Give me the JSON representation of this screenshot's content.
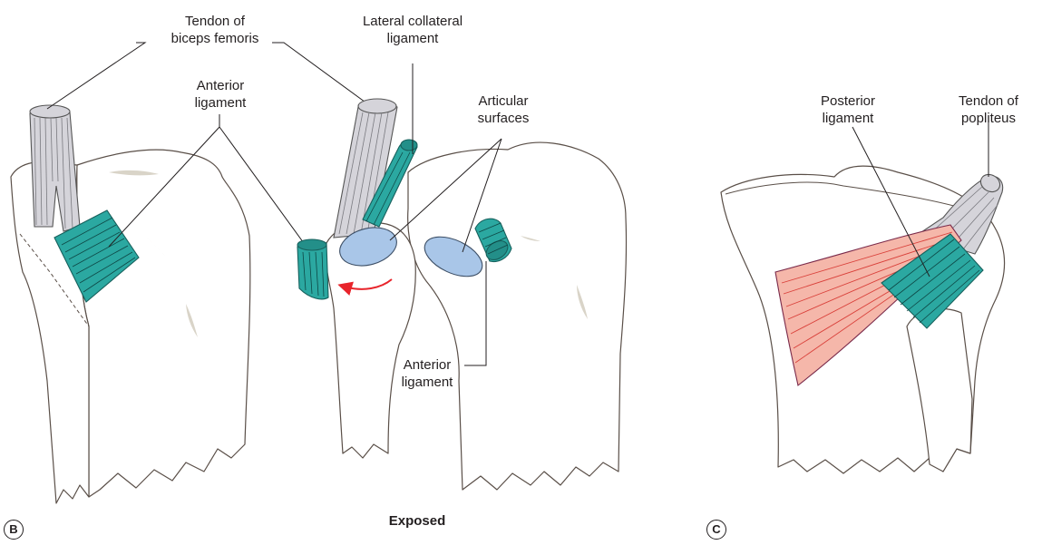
{
  "labels": {
    "tendon_biceps_line1": "Tendon of",
    "tendon_biceps_line2": "biceps femoris",
    "lateral_collateral_line1": "Lateral collateral",
    "lateral_collateral_line2": "ligament",
    "anterior_lig_b_line1": "Anterior",
    "anterior_lig_b_line2": "ligament",
    "articular_line1": "Articular",
    "articular_line2": "surfaces",
    "anterior_lig_exposed_line1": "Anterior",
    "anterior_lig_exposed_line2": "ligament",
    "exposed": "Exposed",
    "posterior_lig_line1": "Posterior",
    "posterior_lig_line2": "ligament",
    "tendon_popliteus_line1": "Tendon of",
    "tendon_popliteus_line2": "popliteus"
  },
  "panels": {
    "b": "B",
    "c": "C"
  },
  "colors": {
    "ligament_teal": "#2ba8a1",
    "tendon_grey": "#d5d4da",
    "articular_blue": "#a9c6e8",
    "capsule_pink": "#f5b7aa",
    "arrow_red": "#e8242b",
    "bone_outline": "#5a4f48"
  }
}
